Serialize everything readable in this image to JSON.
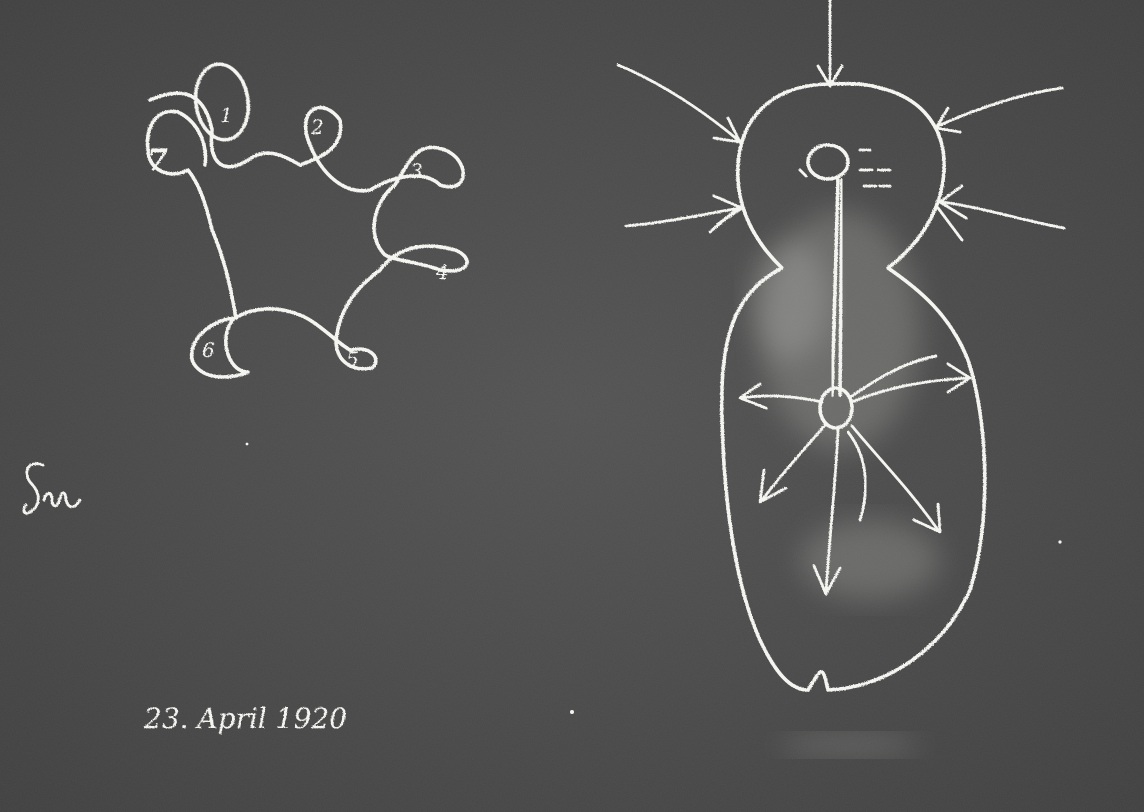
{
  "board": {
    "background_color": "#474747",
    "chalk_color": "#f4f4f0"
  },
  "loop_labels": [
    "1",
    "2",
    "3",
    "4",
    "5",
    "6",
    "7"
  ],
  "date": "23. April 1920"
}
